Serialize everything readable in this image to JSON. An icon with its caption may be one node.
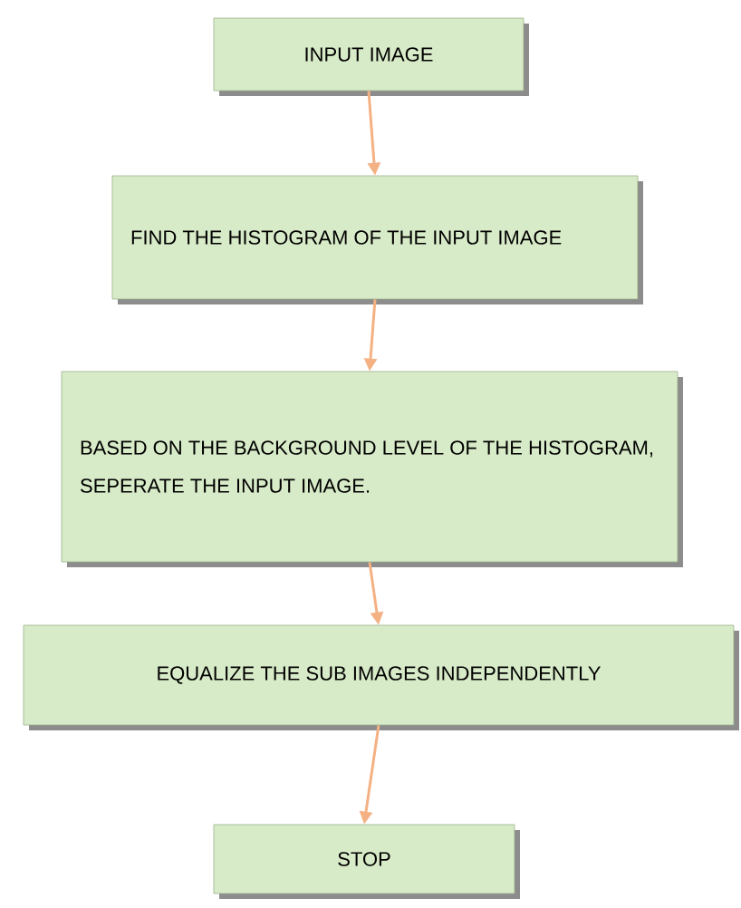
{
  "diagram": {
    "nodes": [
      {
        "text": [
          "INPUT IMAGE"
        ]
      },
      {
        "text": [
          "FIND THE HISTOGRAM OF THE INPUT IMAGE"
        ]
      },
      {
        "text": [
          "BASED ON THE BACKGROUND LEVEL OF THE HISTOGRAM, SEPERATE THE INPUT IMAGE."
        ]
      },
      {
        "text": [
          "EQUALIZE THE SUB IMAGES INDEPENDENTLY"
        ]
      },
      {
        "text": [
          "STOP"
        ]
      }
    ],
    "edges": [
      {
        "from": 0,
        "to": 1,
        "arrow": "to"
      },
      {
        "from": 1,
        "to": 2,
        "arrow": "to"
      },
      {
        "from": 2,
        "to": 3,
        "arrow": "to"
      },
      {
        "from": 3,
        "to": 4,
        "arrow": "to"
      }
    ]
  }
}
